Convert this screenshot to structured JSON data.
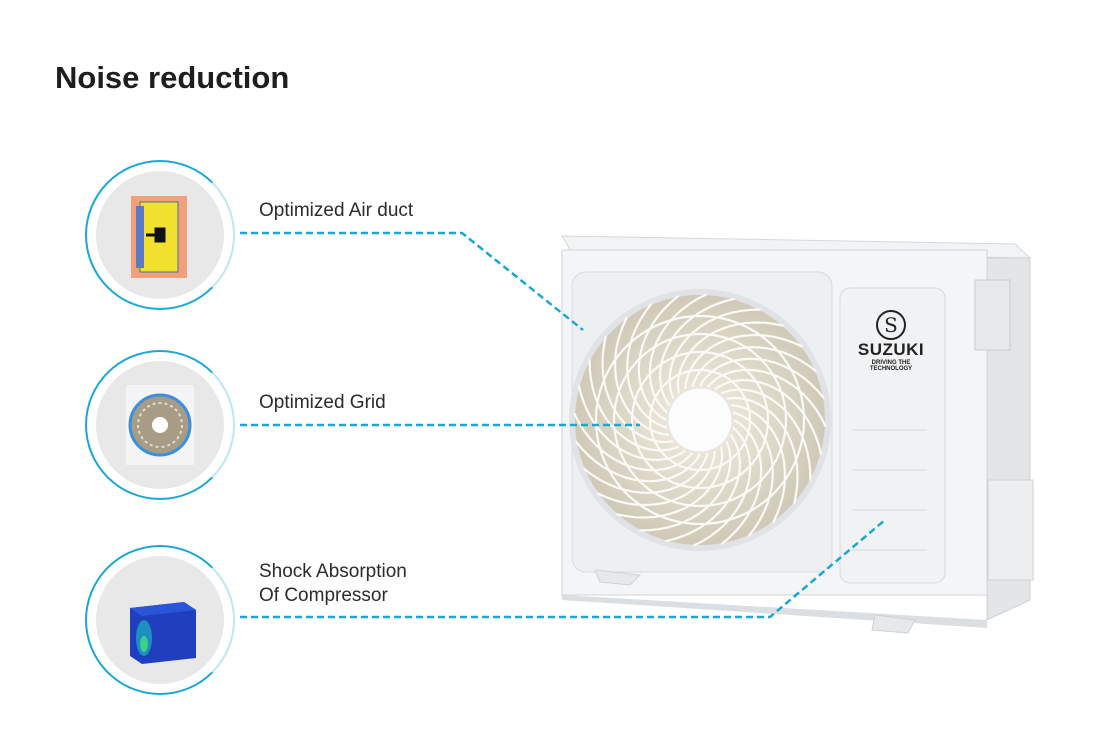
{
  "title": "Noise reduction",
  "features": [
    {
      "label": "Optimized Air duct",
      "icon": "air-duct-simulation"
    },
    {
      "label": "Optimized Grid",
      "icon": "fan-grid"
    },
    {
      "label_line1": "Shock Absorption",
      "label_line2": "Of Compressor",
      "icon": "compressor-vibration"
    }
  ],
  "product": {
    "brand": "SUZUKI",
    "tagline": "DRIVING THE TECHNOLOGY"
  },
  "colors": {
    "accent": "#1aa7d6",
    "title": "#1e1e1e"
  }
}
